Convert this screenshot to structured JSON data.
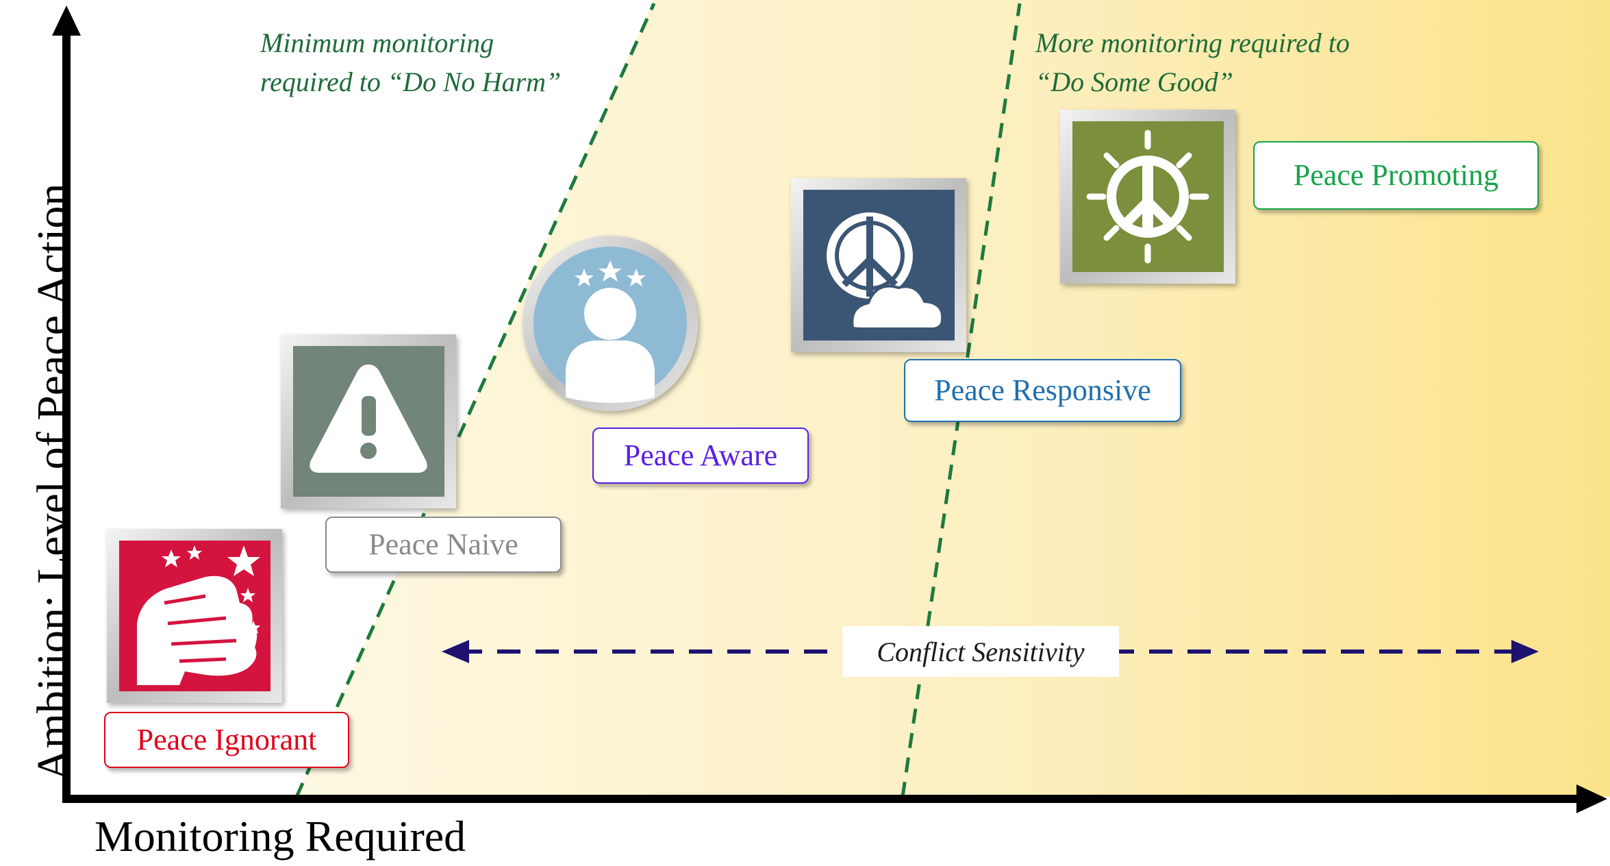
{
  "axes": {
    "y_title": "Ambition: Level of Peace Action",
    "x_title": "Monitoring Required"
  },
  "notes": {
    "do_no_harm_line1": "Minimum monitoring",
    "do_no_harm_line2": "required to “Do No Harm”",
    "do_some_good_line1": "More monitoring required to",
    "do_some_good_line2": "“Do Some Good”"
  },
  "arrow": {
    "label": "Conflict Sensitivity"
  },
  "levels": [
    {
      "label": "Peace Ignorant",
      "color": "#e0001b",
      "icon": "fist-icon",
      "icon_bg": "#d4143f"
    },
    {
      "label": "Peace Naive",
      "color": "#8a8a8a",
      "icon": "warning-icon",
      "icon_bg": "#718579"
    },
    {
      "label": "Peace Aware",
      "color": "#5a1ee6",
      "icon": "person-stars-icon",
      "icon_bg": "#8fbad4"
    },
    {
      "label": "Peace Responsive",
      "color": "#1f6fae",
      "icon": "peace-cloud-icon",
      "icon_bg": "#3b5574"
    },
    {
      "label": "Peace Promoting",
      "color": "#16a34a",
      "icon": "peace-sun-icon",
      "icon_bg": "#7c8f3c"
    }
  ],
  "colors": {
    "region_fill_start": "#fdf7dd",
    "region_fill_end": "#fbe48a",
    "dashed_line": "#1e7a3e",
    "arrow": "#1d1270",
    "axis": "#000000"
  }
}
